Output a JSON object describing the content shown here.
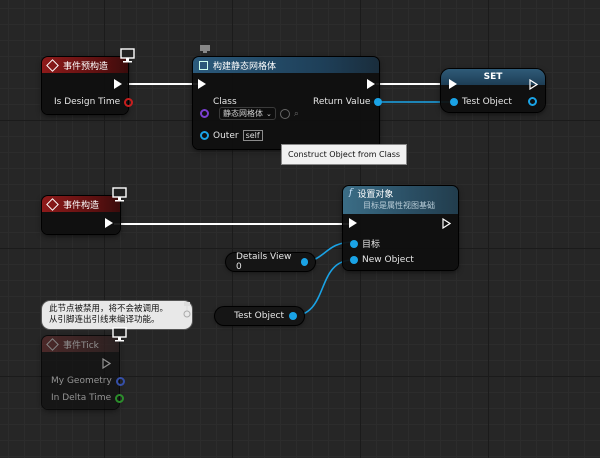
{
  "nodes": {
    "preconstruct": {
      "title": "事件预构造",
      "pin_design_time": "Is Design Time"
    },
    "construct_object": {
      "title": "构建静态网格体",
      "pin_class": "Class",
      "class_value": "静态网格体",
      "pin_outer": "Outer",
      "outer_value": "self",
      "pin_return": "Return Value"
    },
    "set_node": {
      "title": "SET",
      "pin_test_object": "Test Object"
    },
    "construct_event": {
      "title": "事件构造"
    },
    "set_object": {
      "title": "设置对象",
      "subtitle": "目标是属性视图基础",
      "pin_target": "目标",
      "pin_new_object": "New Object"
    },
    "details_view_var": {
      "label": "Details View 0"
    },
    "test_object_var": {
      "label": "Test Object"
    },
    "tick": {
      "title": "事件Tick",
      "pin_geometry": "My Geometry",
      "pin_delta": "In Delta Time",
      "disabled_comment": "此节点被禁用，将不会被调用。\n从引脚连出引线来编译功能。"
    }
  },
  "tooltip": "Construct Object from Class",
  "colors": {
    "exec": "#ffffff",
    "object_pin": "#1aa3e6",
    "bool_pin": "#c81e1e",
    "float_pin": "#2db52d",
    "class_pin": "#7a3fd1",
    "event_header": "#8e1a1a",
    "function_header": "#2b5a7c"
  }
}
